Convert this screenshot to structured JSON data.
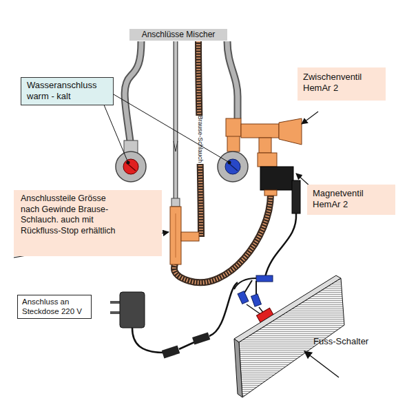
{
  "diagram": {
    "nodes": [
      {
        "text": [
          "Anschlüsse Mischer"
        ]
      },
      {
        "text": [
          "Zwischenventil HemAr 2"
        ]
      },
      {
        "text": [
          "Wasseranschluss warm - kalt"
        ]
      },
      {
        "text": [
          "Magnetventil HemAr 2"
        ]
      },
      {
        "text": [
          "Anschlussteile Grösse nach Gewinde Brause-Schlauch. auch mit Rückfluss-Stop erhältlich"
        ]
      },
      {
        "text": [
          "Anschluss an Steckdose 220 V"
        ]
      }
    ],
    "labels": [
      "Brause-Schlauch",
      "Fuss-Schalter"
    ]
  }
}
